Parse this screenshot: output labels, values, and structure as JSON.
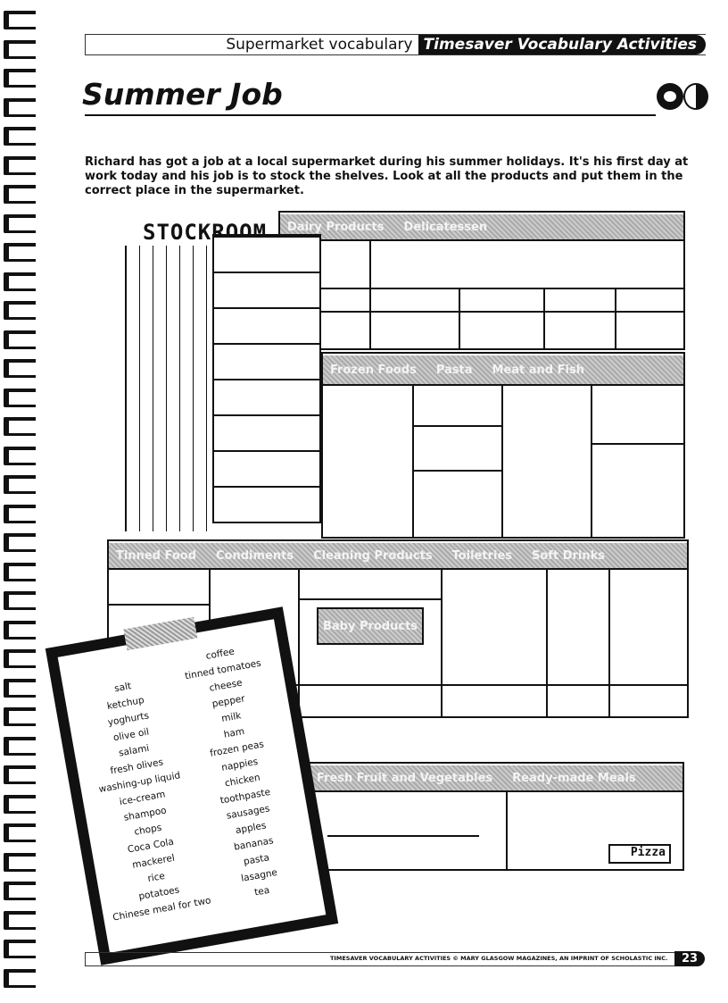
{
  "header": {
    "subtitle": "Supermarket vocabulary",
    "brand": "Timesaver Vocabulary Activities"
  },
  "title": "Summer Job",
  "icons": [
    "pair-work-icon",
    "timer-icon"
  ],
  "intro": "Richard has got a job at a local supermarket during his summer holidays. It's his first day at work today and his job is to stock the shelves. Look at all the products and put them in the correct place in the supermarket.",
  "illustration": {
    "stockroom_sign": "STOCKROOM",
    "pizza_box": "Pizza",
    "shelf_rows": [
      {
        "sections": [
          "Dairy Products",
          "Delicatessen"
        ]
      },
      {
        "sections": [
          "Frozen Foods",
          "Pasta",
          "Meat and Fish"
        ]
      },
      {
        "sections": [
          "Tinned Food",
          "Condiments",
          "Cleaning Products",
          "Toiletries",
          "Soft Drinks"
        ]
      },
      {
        "sections": [
          "Fresh Fruit and Vegetables",
          "Ready-made Meals"
        ]
      }
    ],
    "extra_section": "Baby Products"
  },
  "checklist": {
    "left": [
      "salt",
      "ketchup",
      "yoghurts",
      "olive oil",
      "salami",
      "fresh olives",
      "washing-up liquid",
      "ice-cream",
      "shampoo",
      "chops",
      "Coca Cola",
      "mackerel",
      "rice",
      "potatoes",
      "Chinese meal for two"
    ],
    "right": [
      "coffee",
      "tinned tomatoes",
      "cheese",
      "pepper",
      "milk",
      "ham",
      "frozen peas",
      "nappies",
      "chicken",
      "toothpaste",
      "sausages",
      "apples",
      "bananas",
      "pasta",
      "lasagne",
      "tea"
    ]
  },
  "footer": {
    "text": "TIMESAVER VOCABULARY ACTIVITIES © MARY GLASGOW MAGAZINES, AN IMPRINT OF SCHOLASTIC INC.",
    "page": "23"
  }
}
